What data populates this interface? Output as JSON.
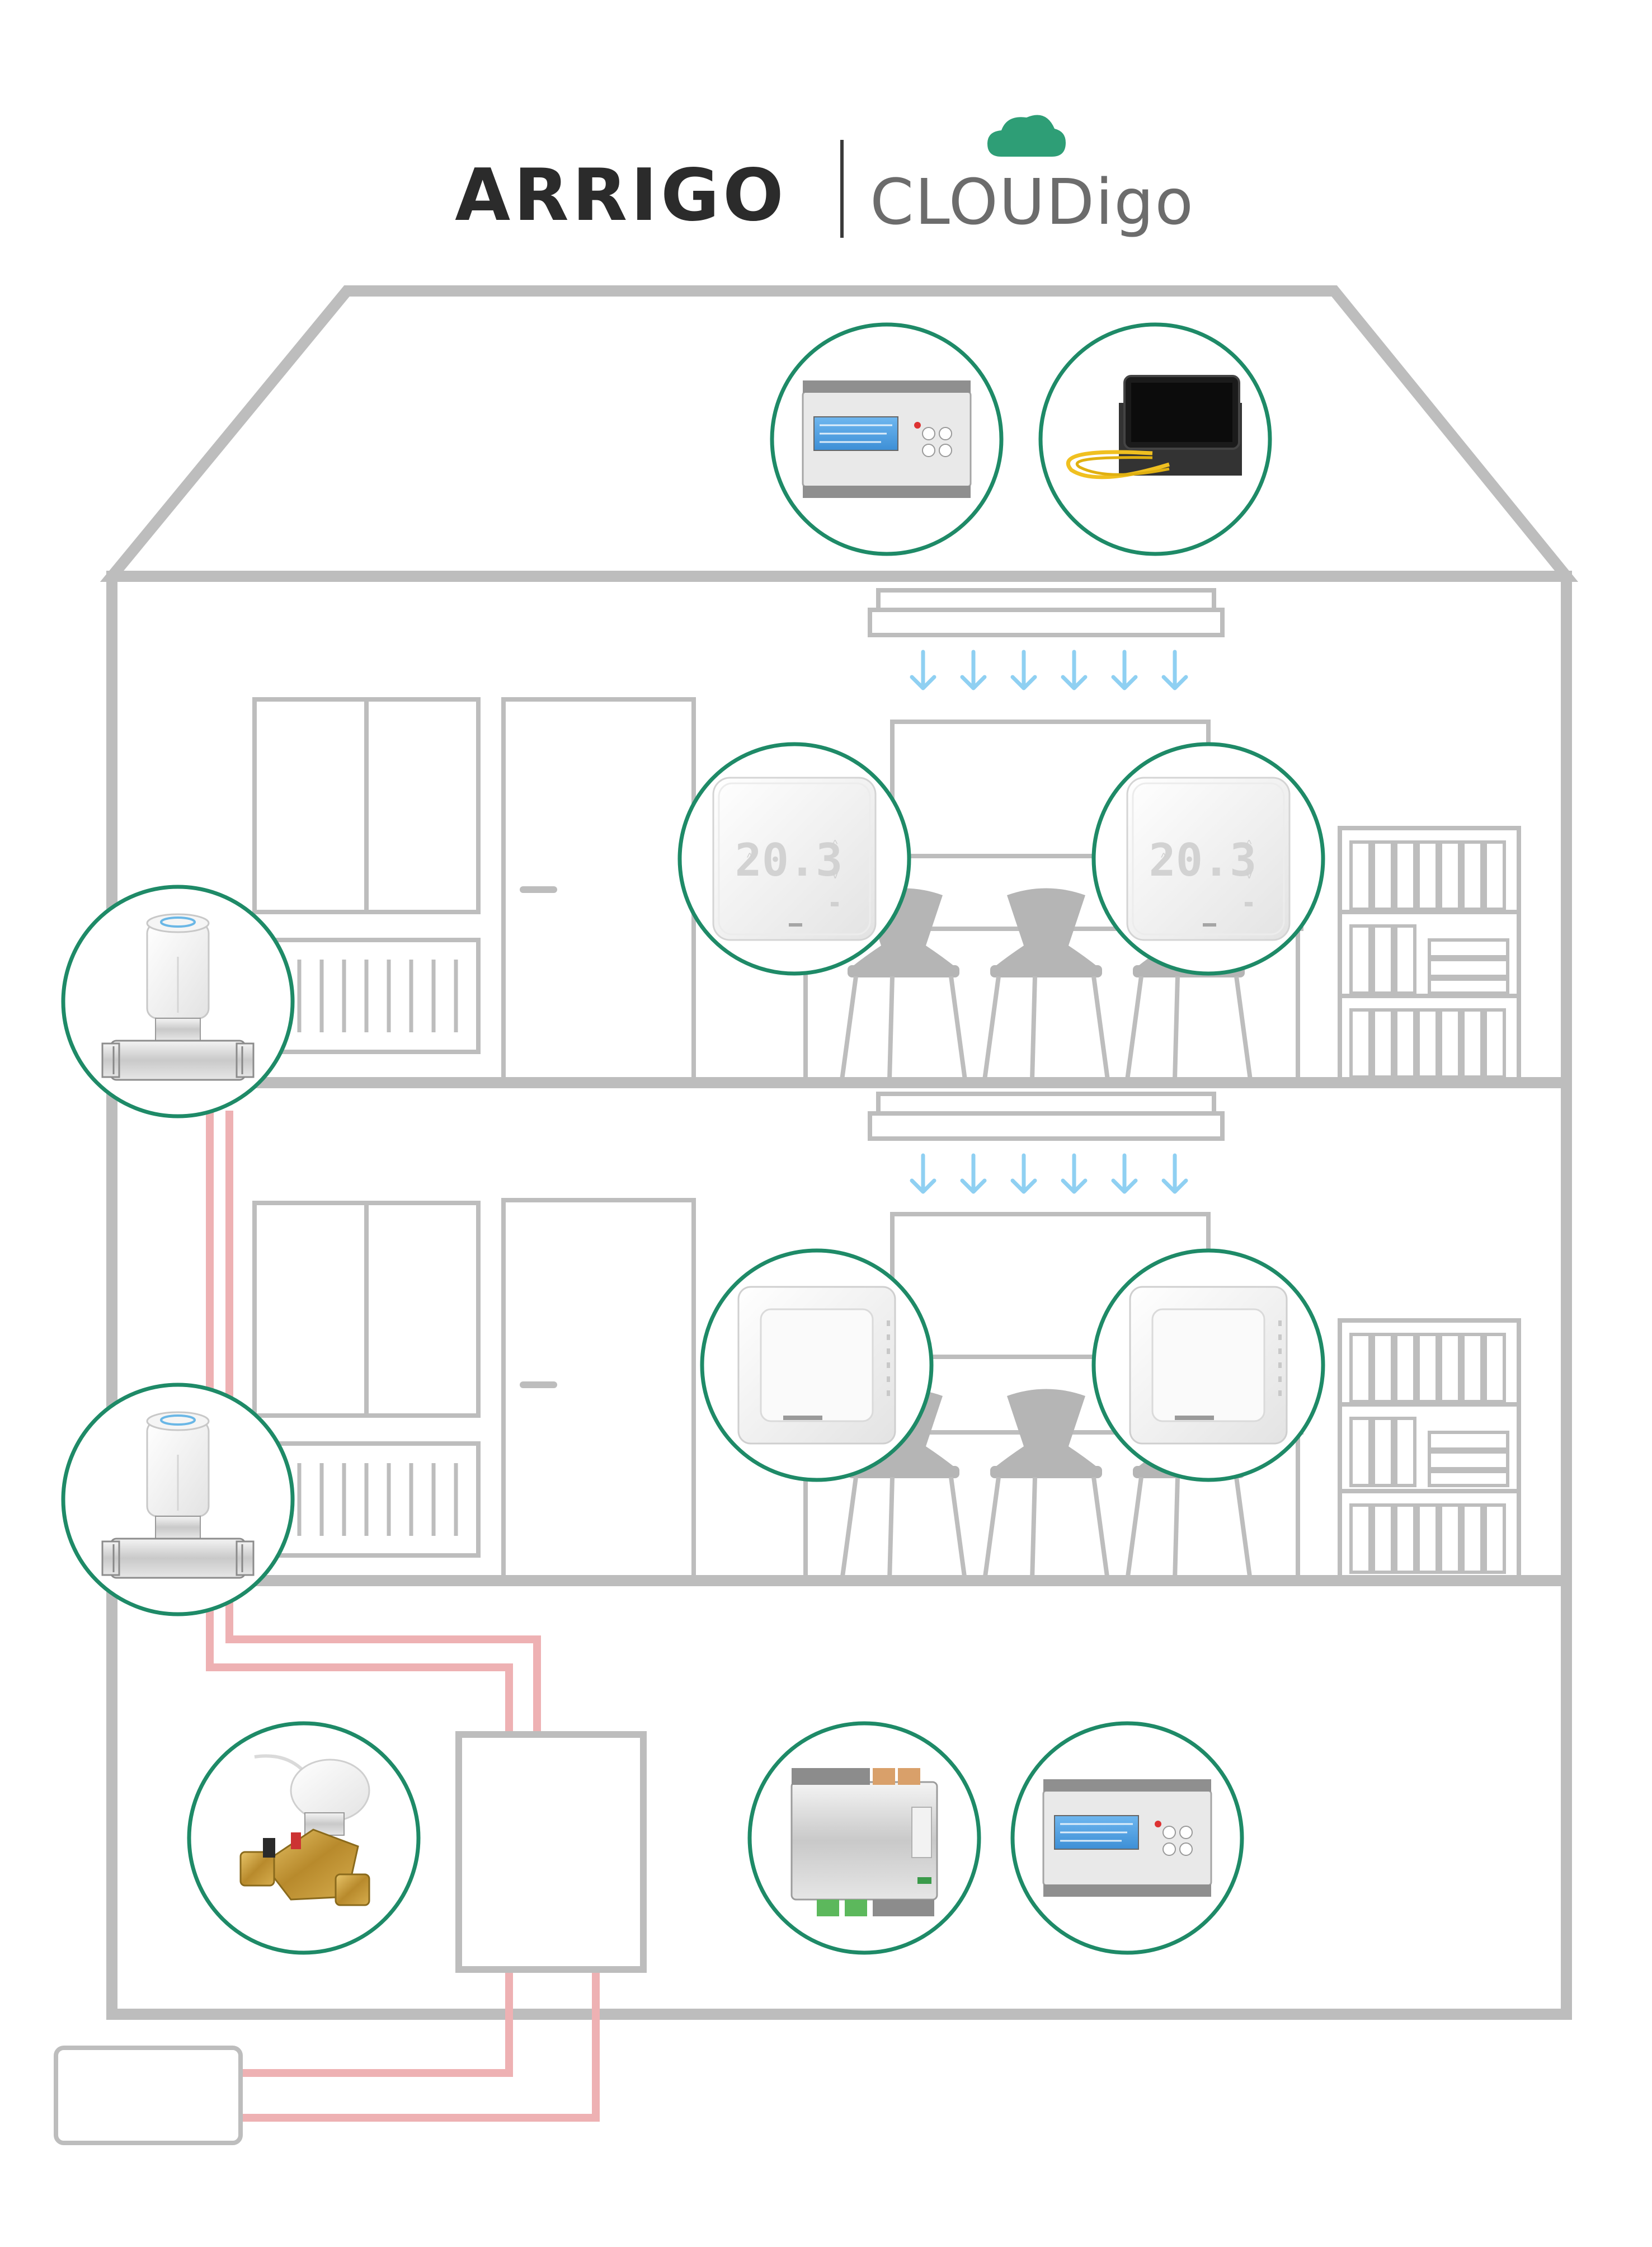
{
  "header": {
    "arrigo_logo": "ARRIGO",
    "cloudigo_logo": "CLOUDigo"
  },
  "colors": {
    "outline_gray": "#bdbdbd",
    "circle_green": "#1e8a67",
    "cloud_green": "#2e9e76",
    "arrow_blue": "#8fd0f2",
    "pipe_pink": "#eeb1b3",
    "furniture_gray": "#bdbdbd",
    "chair_gray": "#b5b5b5"
  },
  "devices": {
    "thermostat_display_left": "20.3",
    "thermostat_display_right": "20.3"
  },
  "icons": [
    "controller-icon",
    "touch-panel-icon",
    "thermostat-icon",
    "room-sensor-icon",
    "valve-actuator-icon",
    "balancing-valve-icon",
    "io-module-icon",
    "cloud-icon"
  ]
}
